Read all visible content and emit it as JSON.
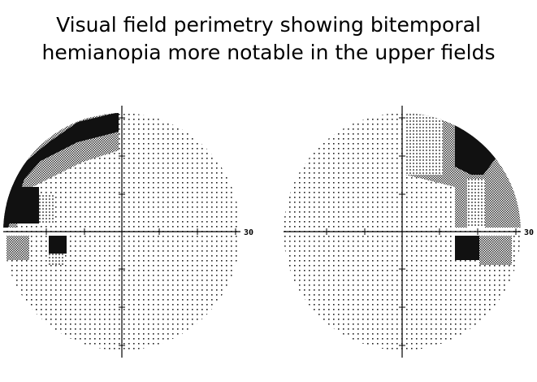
{
  "title": {
    "line1": "Visual field perimetry showing bitemporal",
    "line2": "hemianopia more notable in the upper fields"
  },
  "left_field": {
    "scale_label": "30"
  },
  "right_field": {
    "scale_label": "30"
  },
  "colors": {
    "dense": "#000000",
    "medium": "#555555",
    "light": "#9a9a9a",
    "dot": "#222222"
  }
}
